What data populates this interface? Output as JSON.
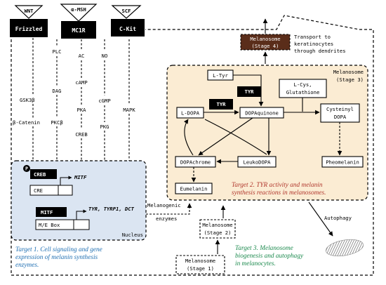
{
  "receptors": {
    "ligands": [
      "WNT",
      "α-MSH",
      "SCF"
    ],
    "names": [
      "Frizzled",
      "MC1R",
      "C-Kit"
    ]
  },
  "pathway1": [
    "GSK3β",
    "β-Catenin"
  ],
  "pathway2": [
    "PLC",
    "DAG",
    "PKCβ"
  ],
  "pathway3": [
    "AC",
    "cAMP",
    "PKA",
    "CREB"
  ],
  "pathway4": [
    "NO",
    "cGMP",
    "PKG"
  ],
  "pathway5": [
    "MAPK"
  ],
  "nucleus": {
    "label": "Nucleus",
    "p_badge": "P",
    "creb": "CREB",
    "cre": "CRE",
    "mitf_target": "MITF",
    "mitf": "MITF",
    "me_box": "M/E Box",
    "targets": "TYR, TYRP1, DCT"
  },
  "targets": {
    "t1": [
      "Target 1. Cell signaling and gene",
      "expression of melanin synthesis",
      "enzymes."
    ],
    "t2": [
      "Target 2. TYR activity and melanin",
      "synthesis reactions in melanosomes."
    ],
    "t3": [
      "Target 3. Melanosome",
      "biogenesis and autophagy",
      "in melanocytes."
    ]
  },
  "melanosomes": {
    "stage1": [
      "Melanosome",
      "(Stage 1)"
    ],
    "stage2": [
      "Melanosome",
      "(Stage 2)"
    ],
    "stage3": [
      "Melanosome",
      "(Stage 3)"
    ],
    "stage4": [
      "Melanosome",
      "(Stage 4)"
    ]
  },
  "transport": [
    "Transport to",
    "keratinocytes",
    "through dendrites"
  ],
  "melanogenic_enzymes": [
    "Melanogenic",
    "enzymes"
  ],
  "autophagy": "Autophagy",
  "synthesis": {
    "ltyr": "L-Tyr",
    "tyr1": "TYR",
    "tyr2": "TYR",
    "ldopa": "L-DOPA",
    "dopaquinone": "DOPAquinone",
    "lcys": [
      "L-Cys,",
      "Glutathione"
    ],
    "cysteinyl": [
      "Cysteinyl",
      "DOPA"
    ],
    "dopachrome": "DOPAchrome",
    "leukodopa": "LeukoDOPA",
    "eumelanin": "Eumelanin",
    "pheomelanin": "Pheomelanin"
  },
  "colors": {
    "target1": "#1f6fb2",
    "target2": "#b0362c",
    "target3": "#1c8a4e",
    "nucleus_bg": "#dbe5f2",
    "melanosome3_bg": "#fbecd3",
    "stage4_bg": "#5a2d1a"
  }
}
